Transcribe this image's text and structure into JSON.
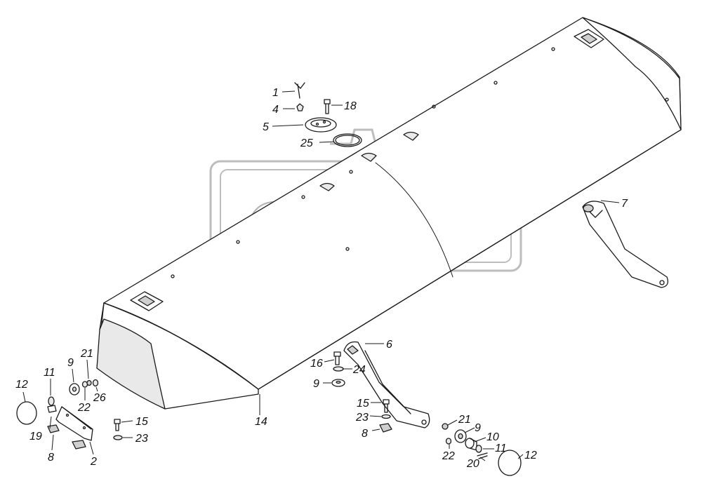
{
  "watermark": {
    "text": "OPEX"
  },
  "callouts": [
    {
      "id": "c1",
      "text": "1"
    },
    {
      "id": "c4",
      "text": "4"
    },
    {
      "id": "c18",
      "text": "18"
    },
    {
      "id": "c5",
      "text": "5"
    },
    {
      "id": "c25",
      "text": "25"
    },
    {
      "id": "c7",
      "text": "7"
    },
    {
      "id": "c6",
      "text": "6"
    },
    {
      "id": "c16",
      "text": "16"
    },
    {
      "id": "c24",
      "text": "24"
    },
    {
      "id": "c9a",
      "text": "9"
    },
    {
      "id": "c15a",
      "text": "15"
    },
    {
      "id": "c23a",
      "text": "23"
    },
    {
      "id": "c8a",
      "text": "8"
    },
    {
      "id": "c21a",
      "text": "21"
    },
    {
      "id": "c9b",
      "text": "9"
    },
    {
      "id": "c22a",
      "text": "22"
    },
    {
      "id": "c10",
      "text": "10"
    },
    {
      "id": "c11a",
      "text": "11"
    },
    {
      "id": "c20",
      "text": "20"
    },
    {
      "id": "c12a",
      "text": "12"
    },
    {
      "id": "c14",
      "text": "14"
    },
    {
      "id": "c21b",
      "text": "21"
    },
    {
      "id": "c9c",
      "text": "9"
    },
    {
      "id": "c11b",
      "text": "11"
    },
    {
      "id": "c22b",
      "text": "22"
    },
    {
      "id": "c26",
      "text": "26"
    },
    {
      "id": "c12b",
      "text": "12"
    },
    {
      "id": "c19",
      "text": "19"
    },
    {
      "id": "c8b",
      "text": "8"
    },
    {
      "id": "c2",
      "text": "2"
    },
    {
      "id": "c15b",
      "text": "15"
    },
    {
      "id": "c23b",
      "text": "23"
    }
  ]
}
